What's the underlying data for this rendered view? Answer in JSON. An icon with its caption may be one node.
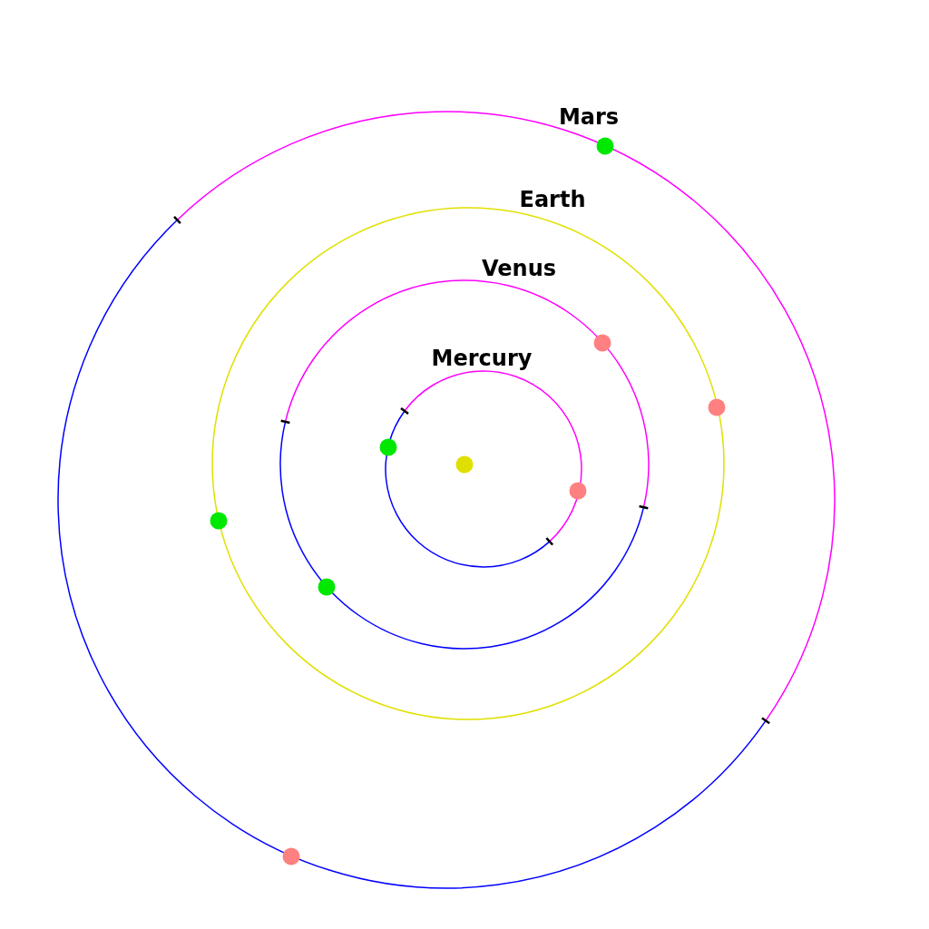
{
  "diagram": {
    "labels": [
      "Mars",
      "Earth",
      "Venus",
      "Mercury"
    ]
  }
}
